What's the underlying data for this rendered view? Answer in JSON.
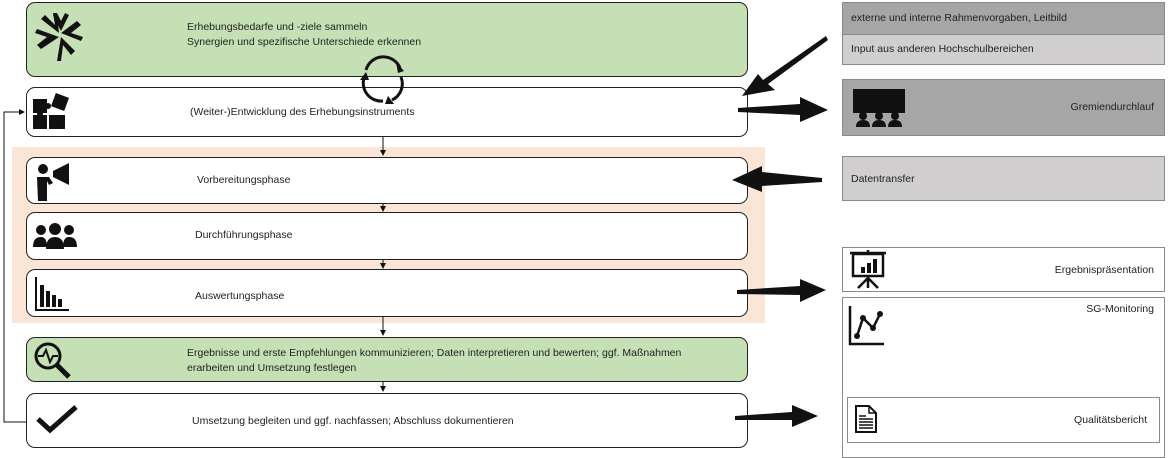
{
  "process": {
    "collect": {
      "line1": "Erhebungsbedarfe und -ziele sammeln",
      "line2": "Synergien und spezifische Unterschiede erkennen"
    },
    "develop": "(Weiter-)Entwicklung des Erhebungsinstruments",
    "prepare": "Vorbereitungsphase",
    "conduct": "Durchführungsphase",
    "evaluate": "Auswertungsphase",
    "communicate": {
      "line1": "Ergebnisse und erste Empfehlungen kommunizieren; Daten interpretieren und bewerten; ggf. Maßnahmen",
      "line2": "erarbeiten und Umsetzung festlegen"
    },
    "implement": "Umsetzung begleiten und ggf. nachfassen; Abschluss dokumentieren"
  },
  "side": {
    "framework": "externe und interne Rahmenvorgaben, Leitbild",
    "input": "Input aus anderen Hochschulbereichen",
    "committee": "Gremiendurchlauf",
    "data_transfer": "Datentransfer",
    "presentation": "Ergebnispräsentation",
    "monitoring": "SG-Monitoring",
    "quality_report": "Qualitätsbericht"
  },
  "colors": {
    "green": "#c5e0b4",
    "phase_bg": "#fbe5d6",
    "dark_gray": "#a6a6a6",
    "light_gray": "#d0cece"
  }
}
